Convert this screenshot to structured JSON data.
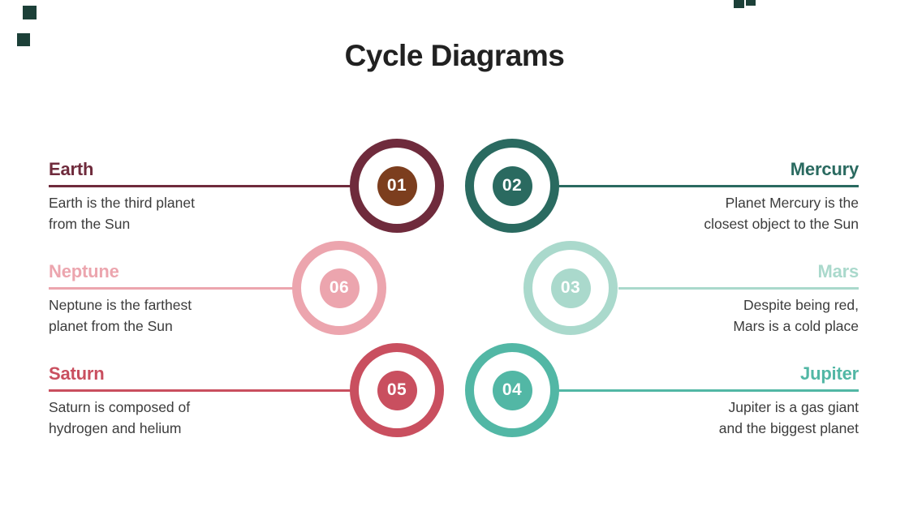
{
  "slide": {
    "title": "Cycle Diagrams",
    "background_color": "#ffffff",
    "title_color": "#212121",
    "description_color": "#3c3c3c"
  },
  "decor": {
    "color": "#1c4038"
  },
  "items": [
    {
      "id": "earth",
      "number": "01",
      "name": "Earth",
      "description": "Earth is the third planet\nfrom the Sun",
      "side": "left",
      "accent": "#6f2b3c",
      "inner": "#7c3e1e"
    },
    {
      "id": "mercury",
      "number": "02",
      "name": "Mercury",
      "description": "Planet Mercury is the\nclosest object to the Sun",
      "side": "right",
      "accent": "#2a6a60",
      "inner": "#2a6a60"
    },
    {
      "id": "mars",
      "number": "03",
      "name": "Mars",
      "description": "Despite being red,\nMars is a cold place",
      "side": "right",
      "accent": "#aad9cc",
      "inner": "#aad9cc"
    },
    {
      "id": "jupiter",
      "number": "04",
      "name": "Jupiter",
      "description": "Jupiter is a gas giant\nand the biggest planet",
      "side": "right",
      "accent": "#52b7a5",
      "inner": "#52b7a5"
    },
    {
      "id": "saturn",
      "number": "05",
      "name": "Saturn",
      "description": "Saturn is composed of\nhydrogen and helium",
      "side": "left",
      "accent": "#c94f5f",
      "inner": "#c94f5f"
    },
    {
      "id": "neptune",
      "number": "06",
      "name": "Neptune",
      "description": "Neptune is the farthest\nplanet from the Sun",
      "side": "left",
      "accent": "#eca5ae",
      "inner": "#eca5ae"
    }
  ]
}
